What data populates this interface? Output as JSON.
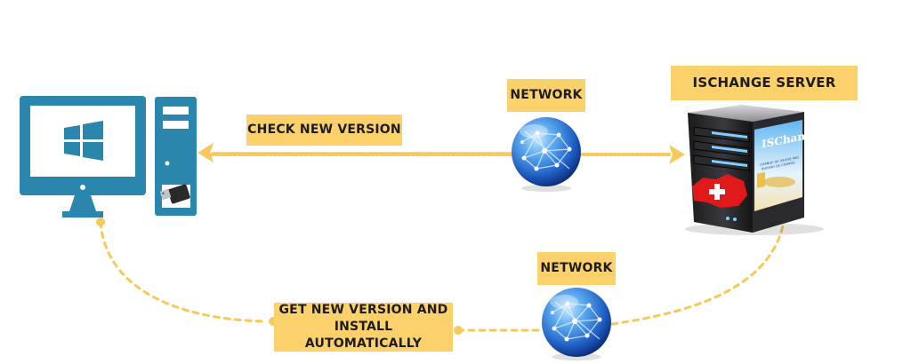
{
  "labels": {
    "check_new_version": "CHECK NEW VERSION",
    "network_top": "NETWORK",
    "network_bottom": "NETWORK",
    "ischange_server": "ISCHANGE SERVER",
    "get_new_version_line1": "GET NEW VERSION AND",
    "get_new_version_line2": "INSTALL AUTOMATICALLY"
  },
  "server_screen": {
    "brand": "ISChange",
    "small_text_1": "CHANGE DE DEVISE PAR",
    "small_text_2": "BUREAU DE CHANGE"
  },
  "colors": {
    "label_background": "#fcd16c",
    "computer_blue": "#2b86ad",
    "flow_line": "#f7c85a",
    "globe_blue": "#2f6fd0"
  },
  "icons": {
    "computer": "windows-desktop-icon",
    "network": "globe-network-icon",
    "server": "server-icon"
  }
}
